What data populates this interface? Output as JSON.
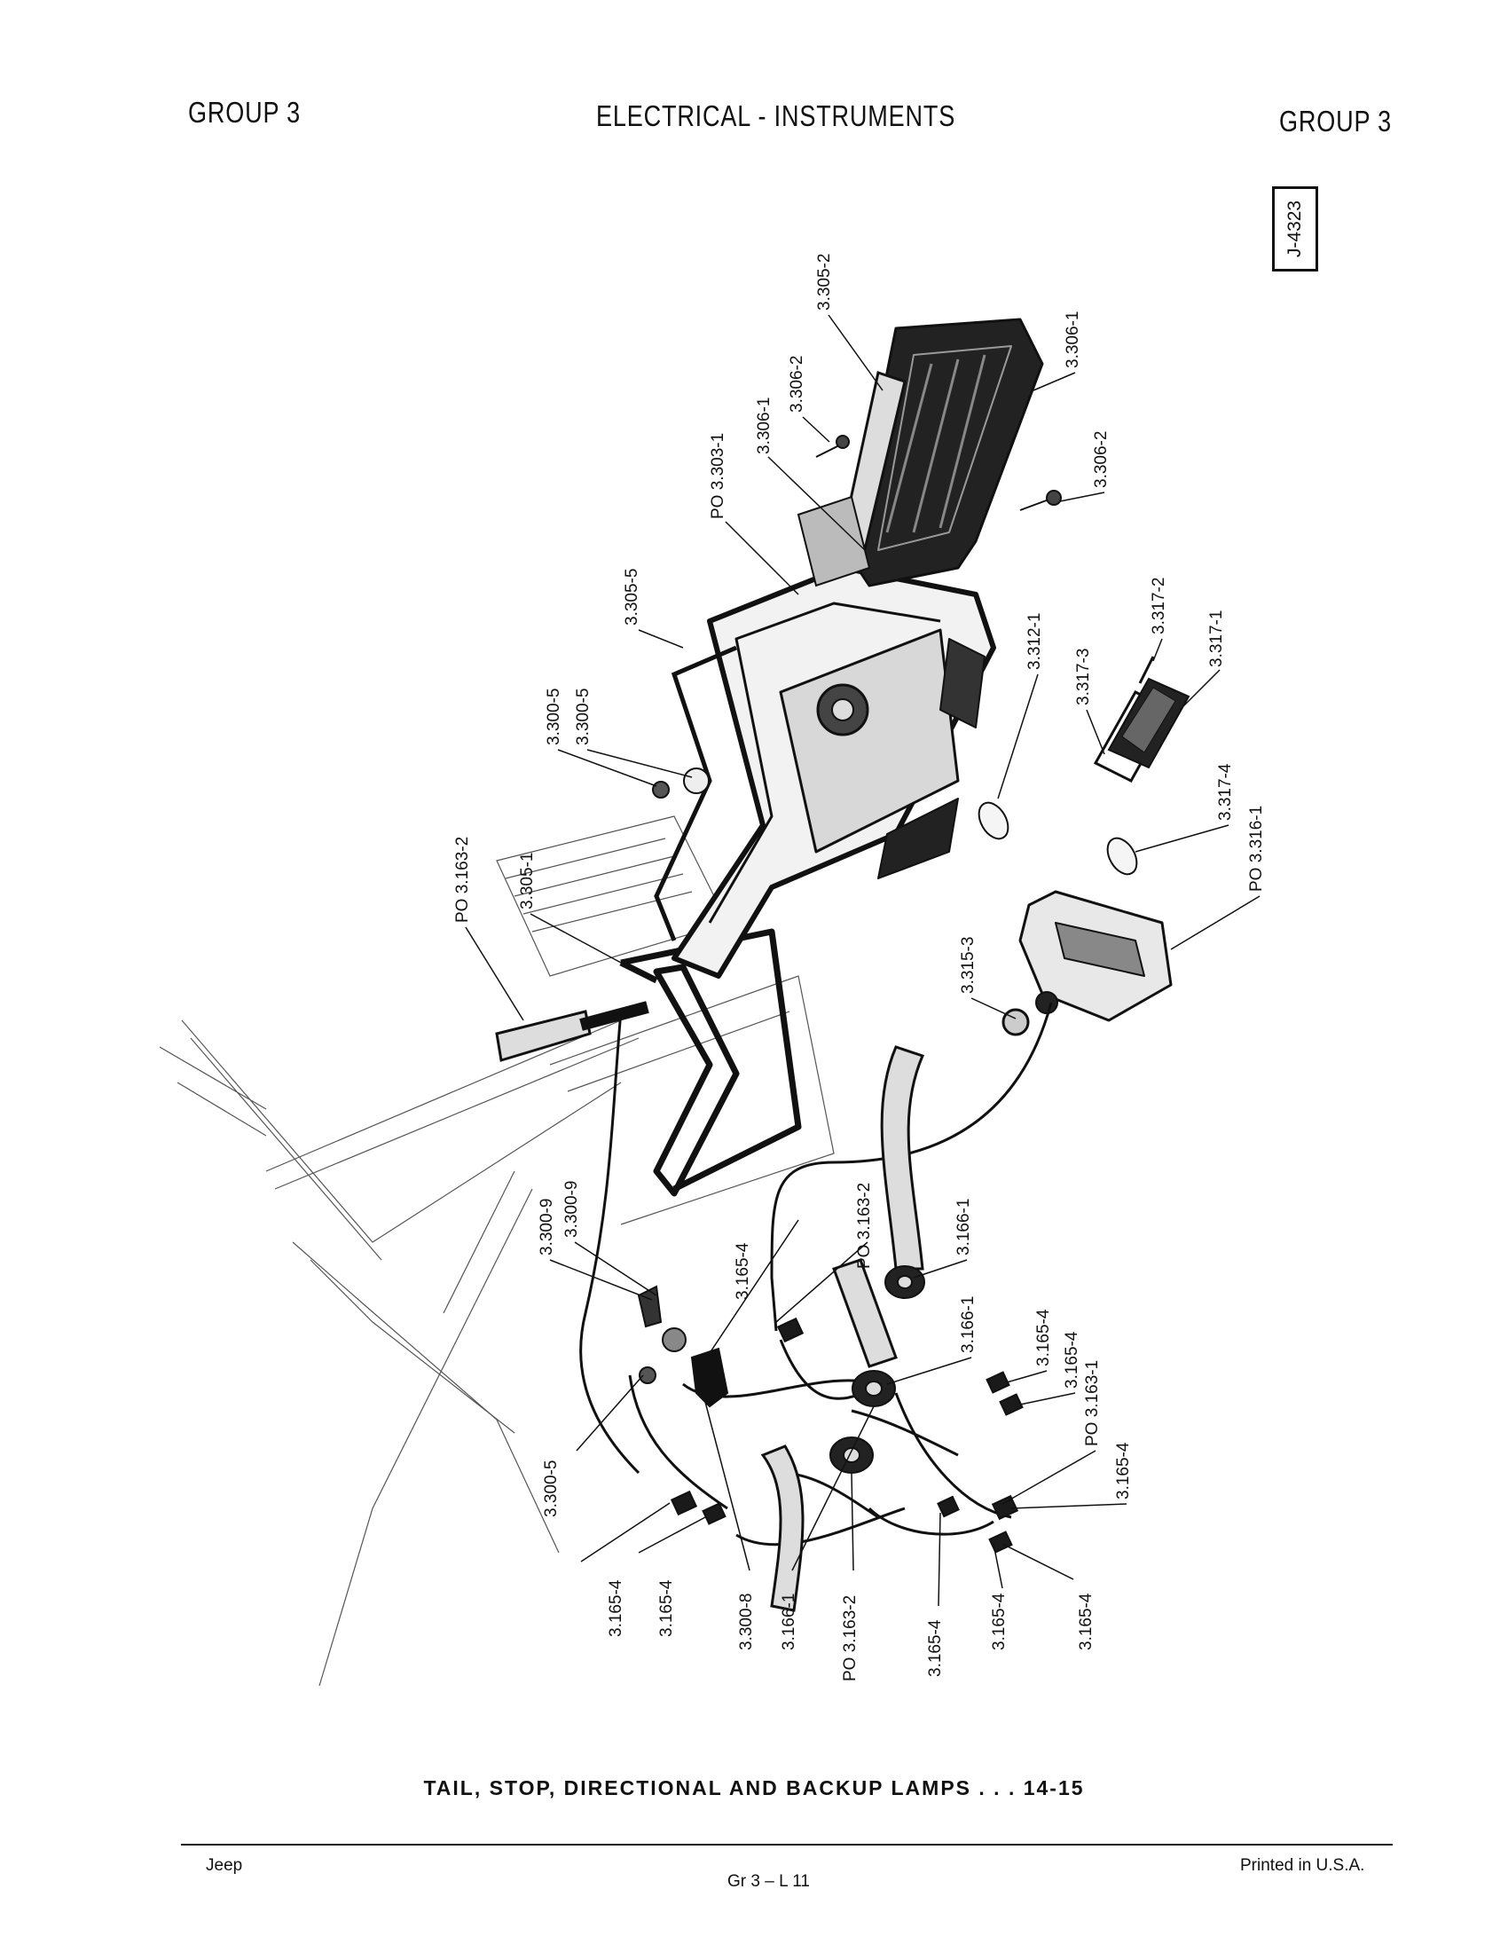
{
  "header": {
    "group_left": "GROUP 3",
    "title": "ELECTRICAL - INSTRUMENTS",
    "group_right": "GROUP 3",
    "figure_id": "J-4323"
  },
  "callouts": [
    "3.305-2",
    "3.306-1",
    "3.306-2",
    "3.306-1",
    "PO 3.303-1",
    "3.306-2",
    "3.305-5",
    "3.300-5",
    "3.300-5",
    "3.312-1",
    "3.317-3",
    "3.317-2",
    "3.317-1",
    "3.317-4",
    "PO 3.316-1",
    "PO 3.163-2",
    "3.305-1",
    "3.315-3",
    "3.300-9",
    "3.300-9",
    "3.165-4",
    "PO 3.163-2",
    "3.166-1",
    "3.166-1",
    "3.165-4",
    "3.165-4",
    "PO 3.163-1",
    "3.165-4",
    "3.300-5",
    "3.165-4",
    "3.165-4",
    "3.300-8",
    "3.166-1",
    "PO 3.163-2",
    "3.165-4",
    "3.165-4",
    "3.165-4"
  ],
  "caption": "TAIL, STOP, DIRECTIONAL AND BACKUP LAMPS . . . 14-15",
  "footer": {
    "left": "Jeep",
    "center": "Gr 3 – L 11",
    "right": "Printed in U.S.A."
  }
}
